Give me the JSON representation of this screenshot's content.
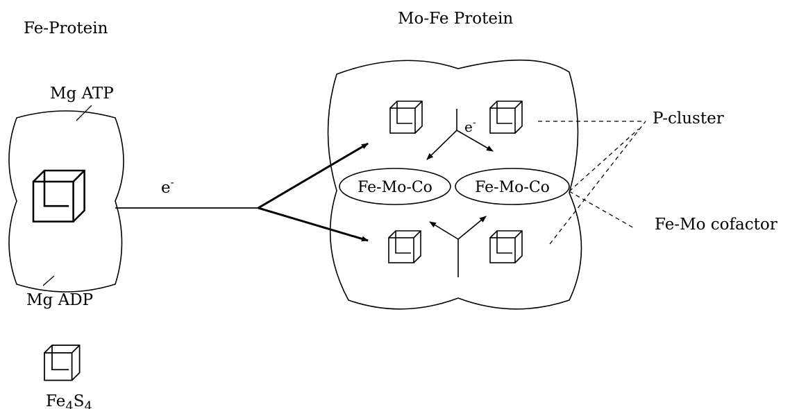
{
  "labels": {
    "fe_protein": "Fe-Protein",
    "mo_fe_protein": "Mo-Fe Protein",
    "mg_atp": "Mg ATP",
    "mg_adp": "Mg ADP",
    "electron_base": "e",
    "electron_sup": "-",
    "cofactor_left": "Fe-Mo-Co",
    "cofactor_right": "Fe-Mo-Co",
    "p_cluster": "P-cluster",
    "fe_mo_cofactor": "Fe-Mo cofactor",
    "legend_fe": "Fe",
    "legend_4a": "4",
    "legend_s": "S",
    "legend_4b": "4"
  },
  "colors": {
    "ink": "#000000",
    "background": "#ffffff"
  }
}
